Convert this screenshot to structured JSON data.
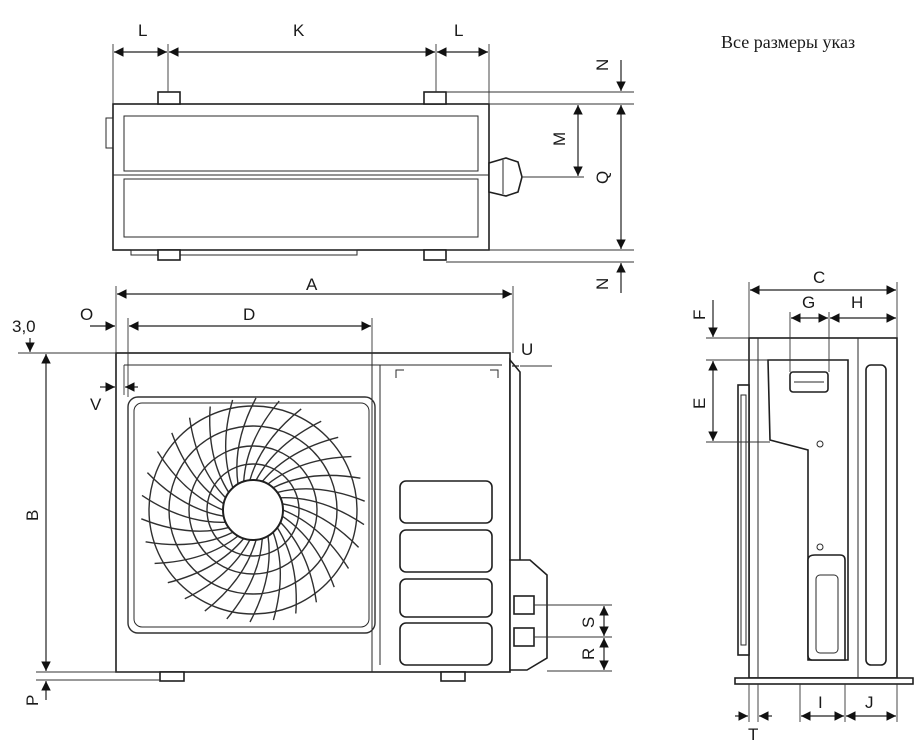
{
  "note": "Все размеры указ",
  "labels": {
    "A": "A",
    "B": "B",
    "C": "C",
    "D": "D",
    "E": "E",
    "F": "F",
    "G": "G",
    "H": "H",
    "I": "I",
    "J": "J",
    "K": "K",
    "L": "L",
    "M": "M",
    "N": "N",
    "O": "O",
    "P": "P",
    "Q": "Q",
    "R": "R",
    "S": "S",
    "T": "T",
    "U": "U",
    "V": "V",
    "gap": "3,0"
  }
}
